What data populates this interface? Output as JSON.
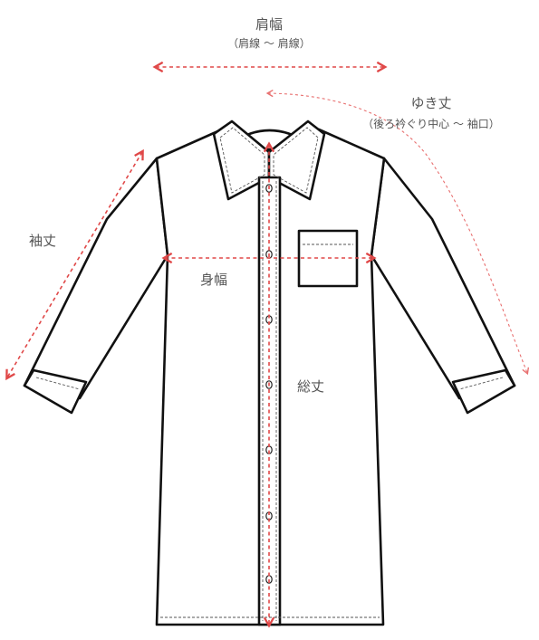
{
  "labels": {
    "shoulder_width": "肩幅",
    "shoulder_width_note": "（肩線 ～ 肩線）",
    "yuki_length": "ゆき丈",
    "yuki_length_note": "（後ろ衿ぐり中心 ～ 袖口）",
    "sleeve_length": "袖丈",
    "body_width": "身幅",
    "total_length": "総丈"
  },
  "colors": {
    "arrow": "#e04848",
    "outline": "#111111",
    "text": "#555555"
  }
}
